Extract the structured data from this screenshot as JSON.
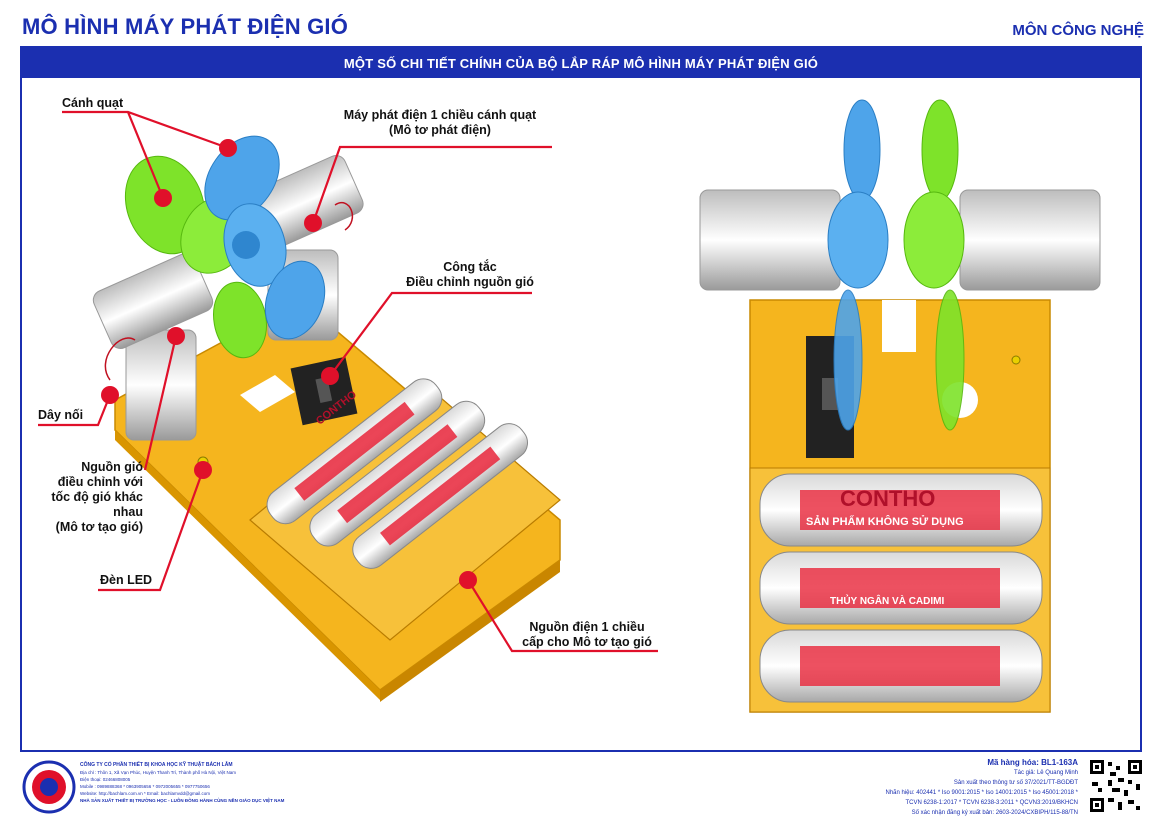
{
  "header": {
    "title": "MÔ HÌNH MÁY PHÁT ĐIỆN GIÓ",
    "subject": "MÔN CÔNG NGHỆ",
    "banner": "MỘT SỐ CHI TIẾT CHÍNH CỦA BỘ LẮP RÁP MÔ HÌNH MÁY PHÁT ĐIỆN GIÓ"
  },
  "labels": {
    "canh_quat": "Cánh quạt",
    "may_phat_1": "Máy phát điện 1 chiều cánh quạt",
    "may_phat_2": "(Mô tơ phát điện)",
    "cong_tac_1": "Công tắc",
    "cong_tac_2": "Điều chỉnh nguồn gió",
    "day_noi": "Dây nối",
    "nguon_gio_1": "Nguồn gió",
    "nguon_gio_2": "điều chỉnh với",
    "nguon_gio_3": "tốc độ gió khác nhau",
    "nguon_gio_4": "(Mô tơ tạo gió)",
    "den_led": "Đèn LED",
    "nguon_dien_1": "Nguồn điện 1 chiều",
    "nguon_dien_2": "cấp cho Mô tơ tạo gió"
  },
  "battery": {
    "brand": "CONTHO",
    "line1": "SẢN PHẨM KHÔNG SỬ DỤNG",
    "line2": "THỦY NGÂN VÀ CADIMI"
  },
  "footer": {
    "company": "CÔNG TY CỔ PHẦN THIẾT BỊ KHOA HỌC KỸ THUẬT BÁCH LÂM",
    "address": "Địa chỉ : Thôn 1, Xã Vạn Phúc, Huyện Thanh Trì, Thành phố Hà Nội, Việt Nam",
    "phone": "Điện thoại: 02466808005",
    "mobile": "Mobile : 0989888368   *   0963905656   *   0972005655   *   0977750656",
    "web": "Website: http://bachlam.com.vn   *   Email: bachlamvdd@gmail.com",
    "slogan": "NHÀ SẢN XUẤT THIẾT BỊ TRƯỜNG HỌC - LUÔN ĐỒNG HÀNH CÙNG NỀN GIÁO DỤC VIỆT NAM",
    "code": "Mã hàng hóa: BL1-163A",
    "author": "Tác giả: Lê Quang Minh",
    "decree": "Sản xuất theo thông tư số 37/2021/TT-BGDĐT",
    "iso": "Nhãn hiệu: 402441 * Iso 9001:2015 * Iso 14001:2015 * Iso 45001:2018 *",
    "tcvn": "TCVN 6238-1:2017 * TCVN 6238-3:2011 * QCVN3:2019/BKHCN",
    "reg": "Số xác nhận đăng ký xuất bản: 2603-2024/CXBIPH/115-88/TN"
  },
  "colors": {
    "brand_blue": "#1b2fb0",
    "leader_red": "#e0102a",
    "base_yellow": "#f5b51e",
    "fan_green": "#7ee32a",
    "fan_blue": "#4ea4ea"
  }
}
